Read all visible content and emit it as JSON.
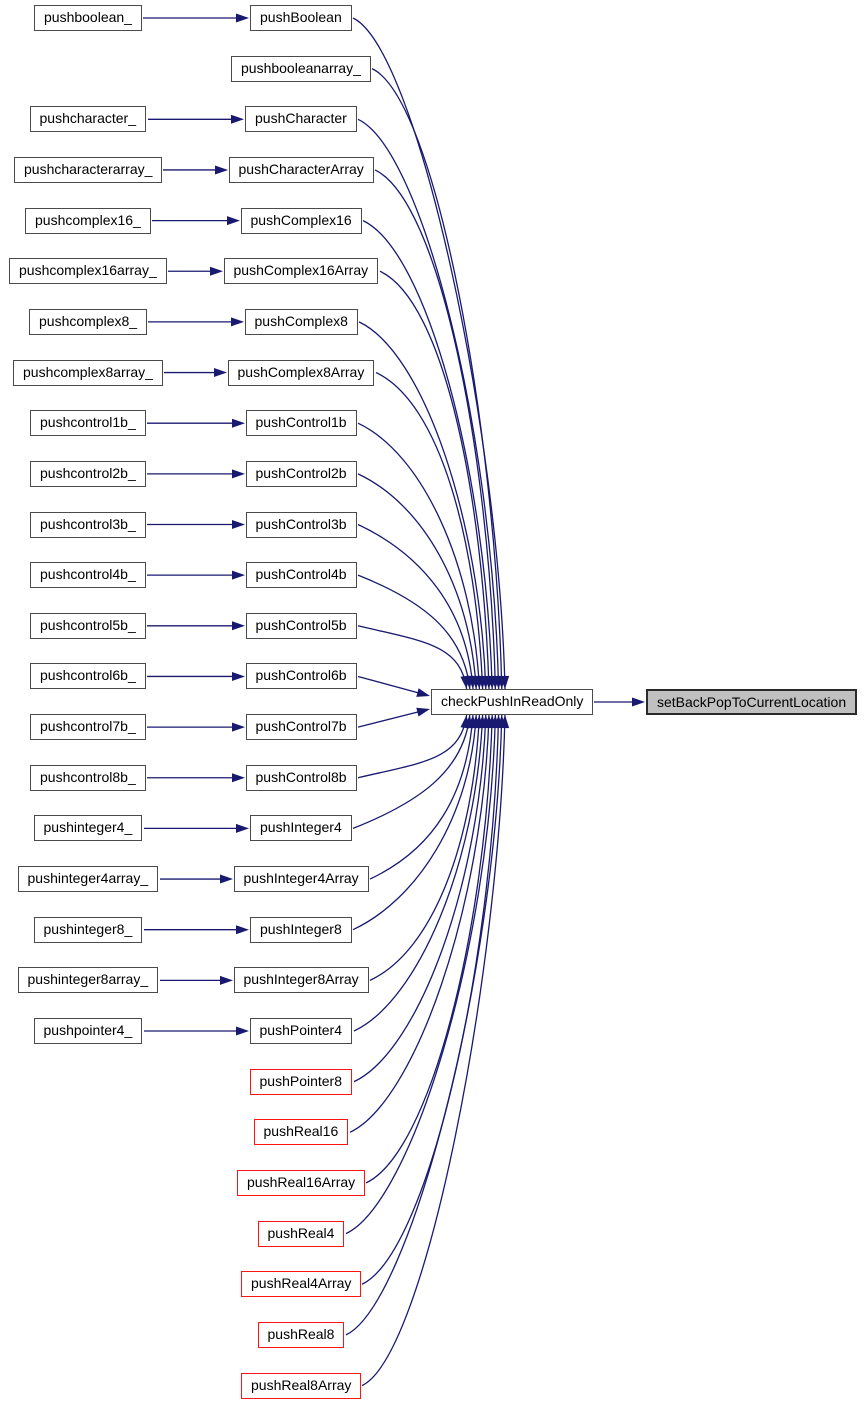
{
  "graph": {
    "type": "doxygen-caller-graph",
    "center_node": {
      "label": "checkPushInReadOnly"
    },
    "result_node": {
      "label": "setBackPopToCurrentLocation",
      "selected": true
    },
    "colors": {
      "edge": "#191970",
      "node_border": "#4a4a4a",
      "node_fill": "#ffffff",
      "truncated_border": "#ff1414",
      "selected_fill": "#c0c0c0",
      "selected_border": "#2a2a2a",
      "text": "#000000"
    },
    "rows": [
      {
        "callee": "pushBoolean",
        "caller": "pushboolean_",
        "truncated": false
      },
      {
        "callee": "pushbooleanarray_",
        "caller": null,
        "truncated": false
      },
      {
        "callee": "pushCharacter",
        "caller": "pushcharacter_",
        "truncated": false
      },
      {
        "callee": "pushCharacterArray",
        "caller": "pushcharacterarray_",
        "truncated": false
      },
      {
        "callee": "pushComplex16",
        "caller": "pushcomplex16_",
        "truncated": false
      },
      {
        "callee": "pushComplex16Array",
        "caller": "pushcomplex16array_",
        "truncated": false
      },
      {
        "callee": "pushComplex8",
        "caller": "pushcomplex8_",
        "truncated": false
      },
      {
        "callee": "pushComplex8Array",
        "caller": "pushcomplex8array_",
        "truncated": false
      },
      {
        "callee": "pushControl1b",
        "caller": "pushcontrol1b_",
        "truncated": false
      },
      {
        "callee": "pushControl2b",
        "caller": "pushcontrol2b_",
        "truncated": false
      },
      {
        "callee": "pushControl3b",
        "caller": "pushcontrol3b_",
        "truncated": false
      },
      {
        "callee": "pushControl4b",
        "caller": "pushcontrol4b_",
        "truncated": false
      },
      {
        "callee": "pushControl5b",
        "caller": "pushcontrol5b_",
        "truncated": false
      },
      {
        "callee": "pushControl6b",
        "caller": "pushcontrol6b_",
        "truncated": false
      },
      {
        "callee": "pushControl7b",
        "caller": "pushcontrol7b_",
        "truncated": false
      },
      {
        "callee": "pushControl8b",
        "caller": "pushcontrol8b_",
        "truncated": false
      },
      {
        "callee": "pushInteger4",
        "caller": "pushinteger4_",
        "truncated": false
      },
      {
        "callee": "pushInteger4Array",
        "caller": "pushinteger4array_",
        "truncated": false
      },
      {
        "callee": "pushInteger8",
        "caller": "pushinteger8_",
        "truncated": false
      },
      {
        "callee": "pushInteger8Array",
        "caller": "pushinteger8array_",
        "truncated": false
      },
      {
        "callee": "pushPointer4",
        "caller": "pushpointer4_",
        "truncated": false
      },
      {
        "callee": "pushPointer8",
        "caller": null,
        "truncated": true
      },
      {
        "callee": "pushReal16",
        "caller": null,
        "truncated": true
      },
      {
        "callee": "pushReal16Array",
        "caller": null,
        "truncated": true
      },
      {
        "callee": "pushReal4",
        "caller": null,
        "truncated": true
      },
      {
        "callee": "pushReal4Array",
        "caller": null,
        "truncated": true
      },
      {
        "callee": "pushReal8",
        "caller": null,
        "truncated": true
      },
      {
        "callee": "pushReal8Array",
        "caller": null,
        "truncated": true
      }
    ]
  }
}
